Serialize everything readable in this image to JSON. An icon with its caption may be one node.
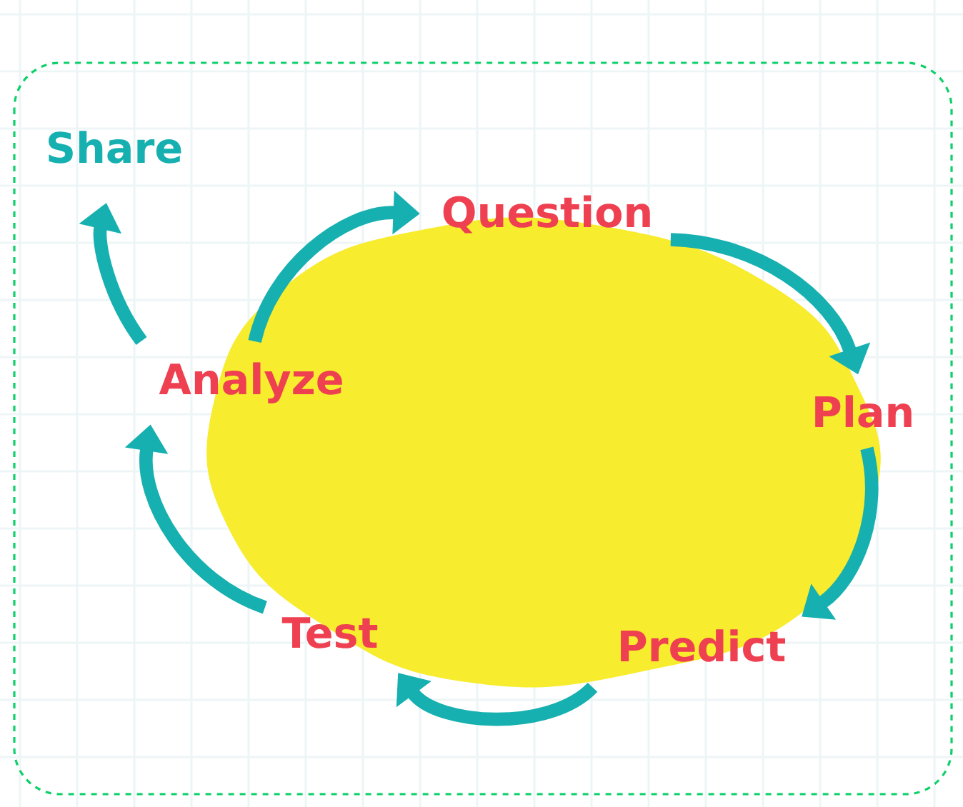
{
  "diagram": {
    "nodes": [
      {
        "text": [
          "Share"
        ]
      },
      {
        "text": [
          "Question"
        ]
      },
      {
        "text": [
          "Plan"
        ]
      },
      {
        "text": [
          "Predict"
        ]
      },
      {
        "text": [
          "Test"
        ]
      },
      {
        "text": [
          "Analyze"
        ]
      }
    ],
    "edges": [
      {
        "from": 1,
        "to": 2,
        "arrow": "to"
      },
      {
        "from": 2,
        "to": 3,
        "arrow": "to"
      },
      {
        "from": 3,
        "to": 4,
        "arrow": "to"
      },
      {
        "from": 4,
        "to": 5,
        "arrow": "to"
      },
      {
        "from": 5,
        "to": 1,
        "arrow": "to"
      },
      {
        "from": 5,
        "to": 0,
        "arrow": "to"
      }
    ]
  }
}
